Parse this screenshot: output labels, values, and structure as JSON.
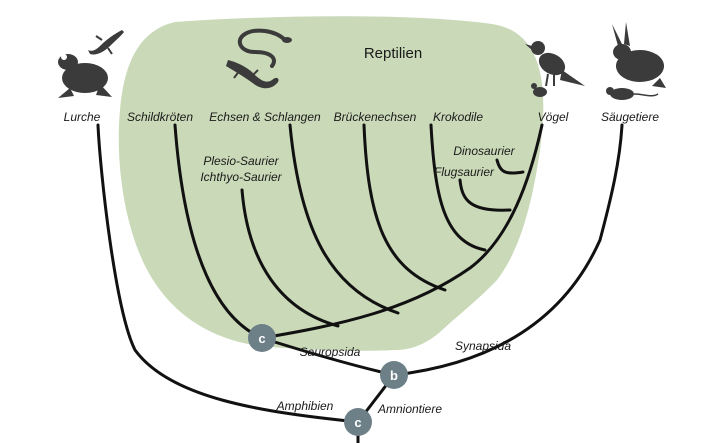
{
  "title": "Reptilien",
  "colors": {
    "reptile_region": "#cad9b8",
    "branch": "#111111",
    "node": "#6d7f87",
    "silhouette": "#3b3b3b"
  },
  "taxa": {
    "lurche": "Lurche",
    "schildkroeten": "Schildkröten",
    "echsen": "Echsen & Schlangen",
    "brueckenechsen": "Brückenechsen",
    "krokodile": "Krokodile",
    "voegel": "Vögel",
    "saeugetiere": "Säugetiere",
    "plesio": "Plesio-Saurier",
    "ichthyo": "Ichthyo-Saurier",
    "dinosaurier": "Dinosaurier",
    "flugsaurier": "Flugsaurier"
  },
  "clades": {
    "sauropsida": "Sauropsida",
    "synapsida": "Synapsida",
    "amphibien": "Amphibien",
    "amniontiere": "Amniontiere"
  },
  "nodes": {
    "upper_c": "c",
    "b": "b",
    "lower_c": "c"
  },
  "icons": [
    "frog-icon",
    "lizard-icon",
    "snake-icon",
    "bird-icon",
    "rabbit-icon",
    "mouse-icon"
  ]
}
